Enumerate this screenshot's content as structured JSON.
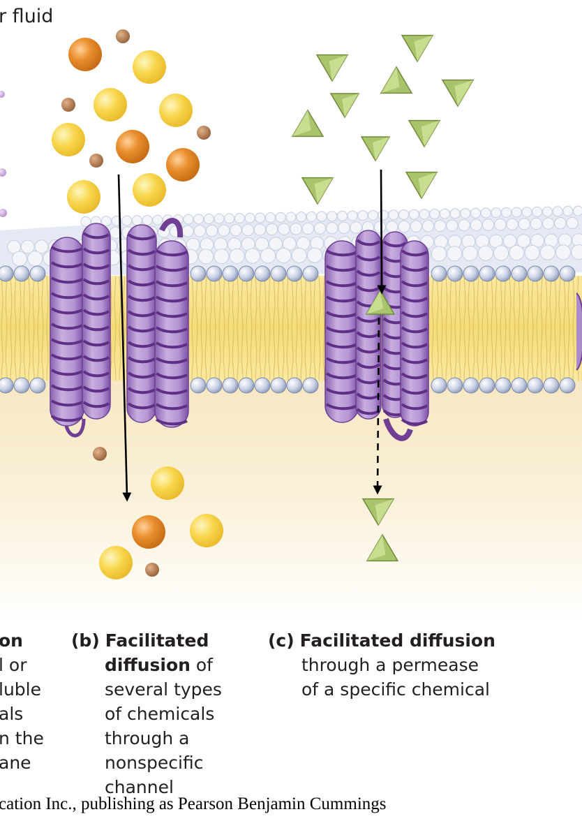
{
  "labels": {
    "top_region": "r fluid"
  },
  "captions": {
    "a": {
      "lines": [
        "on",
        "l or",
        "luble",
        "als",
        "n the",
        "ane"
      ]
    },
    "b": {
      "letter": "(b)",
      "bold1": "Facilitated",
      "bold2": "diffusion",
      "rest2": " of",
      "lines": [
        "several types",
        "of chemicals",
        "through a",
        "nonspecific",
        "channel"
      ]
    },
    "c": {
      "letter": "(c)",
      "bold1": "Facilitated diffusion",
      "lines": [
        "through a permease",
        "of a specific chemical"
      ]
    }
  },
  "credit": "cation Inc., publishing as Pearson Benjamin Cummings",
  "colors": {
    "membrane_head": "#c9d3e6",
    "membrane_tail": "#f5e27a",
    "protein": "#a98cc9",
    "protein_dark": "#6e3f92",
    "ion_orange": "#e5892b",
    "ion_yellow": "#f6d44a",
    "ion_brown": "#a8734a",
    "solute_green": "#a9c46a"
  }
}
